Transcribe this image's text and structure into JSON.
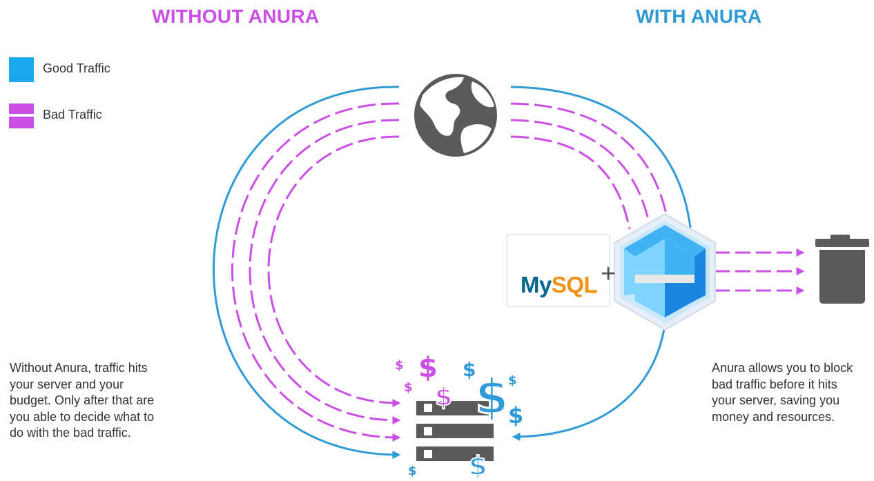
{
  "header": {
    "left_title": "WITHOUT ANURA",
    "right_title": "WITH ANURA"
  },
  "legend": {
    "good_label": "Good Traffic",
    "bad_label": "Bad Traffic"
  },
  "descriptions": {
    "left": [
      "Without Anura, traffic hits",
      "your server and your",
      "budget. Only after that are",
      "you able to decide what to",
      "do with the bad traffic."
    ],
    "right": [
      "Anura allows you to block",
      "bad traffic before it hits",
      "your server, saving you",
      "money and resources."
    ]
  },
  "mysql_logo": {
    "my": "My",
    "sql": "SQL",
    "tm": "TM"
  },
  "plus_sign": "+",
  "dollar_sign": "$",
  "colors": {
    "purple": "#cb4fe6",
    "blue": "#2e9ad6",
    "good_swatch": "#1aa8ee",
    "dark_gray": "#5a5a5a",
    "anura_light": "#7fd5ff",
    "anura_mid": "#41b3f5",
    "anura_dark": "#1b86e0"
  },
  "icons": [
    "globe-icon",
    "server-icon",
    "trash-icon",
    "anura-logo-icon",
    "dolphin-icon"
  ]
}
